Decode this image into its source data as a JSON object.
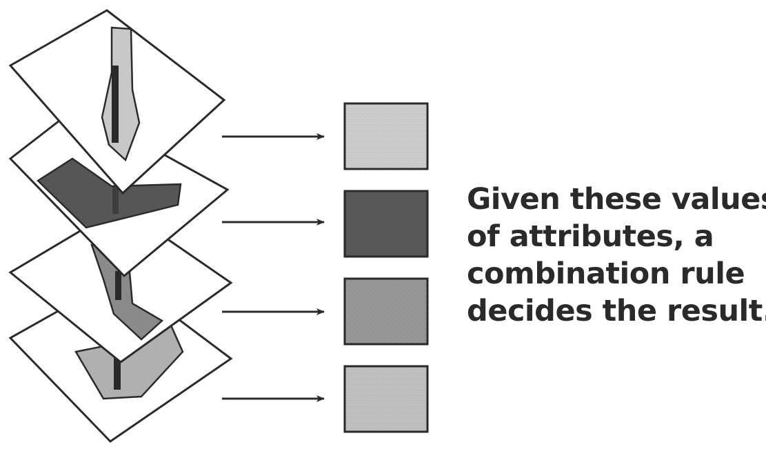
{
  "caption": {
    "lines": [
      "Given these values",
      "of attributes, a",
      "combination rule",
      "decides the result."
    ]
  },
  "layers": [
    {
      "name": "layer-1",
      "fill_color": "#c8c8c8"
    },
    {
      "name": "layer-2",
      "fill_color": "#565656"
    },
    {
      "name": "layer-3",
      "fill_color": "#8a8a8a"
    },
    {
      "name": "layer-4",
      "fill_color": "#b0b0b0"
    }
  ],
  "results": [
    {
      "name": "result-1",
      "fill_color": "#d0d0d0"
    },
    {
      "name": "result-2",
      "fill_color": "#5a5a5a"
    },
    {
      "name": "result-3",
      "fill_color": "#9a9a9a"
    },
    {
      "name": "result-4",
      "fill_color": "#c4c4c4"
    }
  ],
  "colors": {
    "stroke": "#2a2a2a",
    "background": "#ffffff",
    "arrow": "#2a2a2a"
  }
}
